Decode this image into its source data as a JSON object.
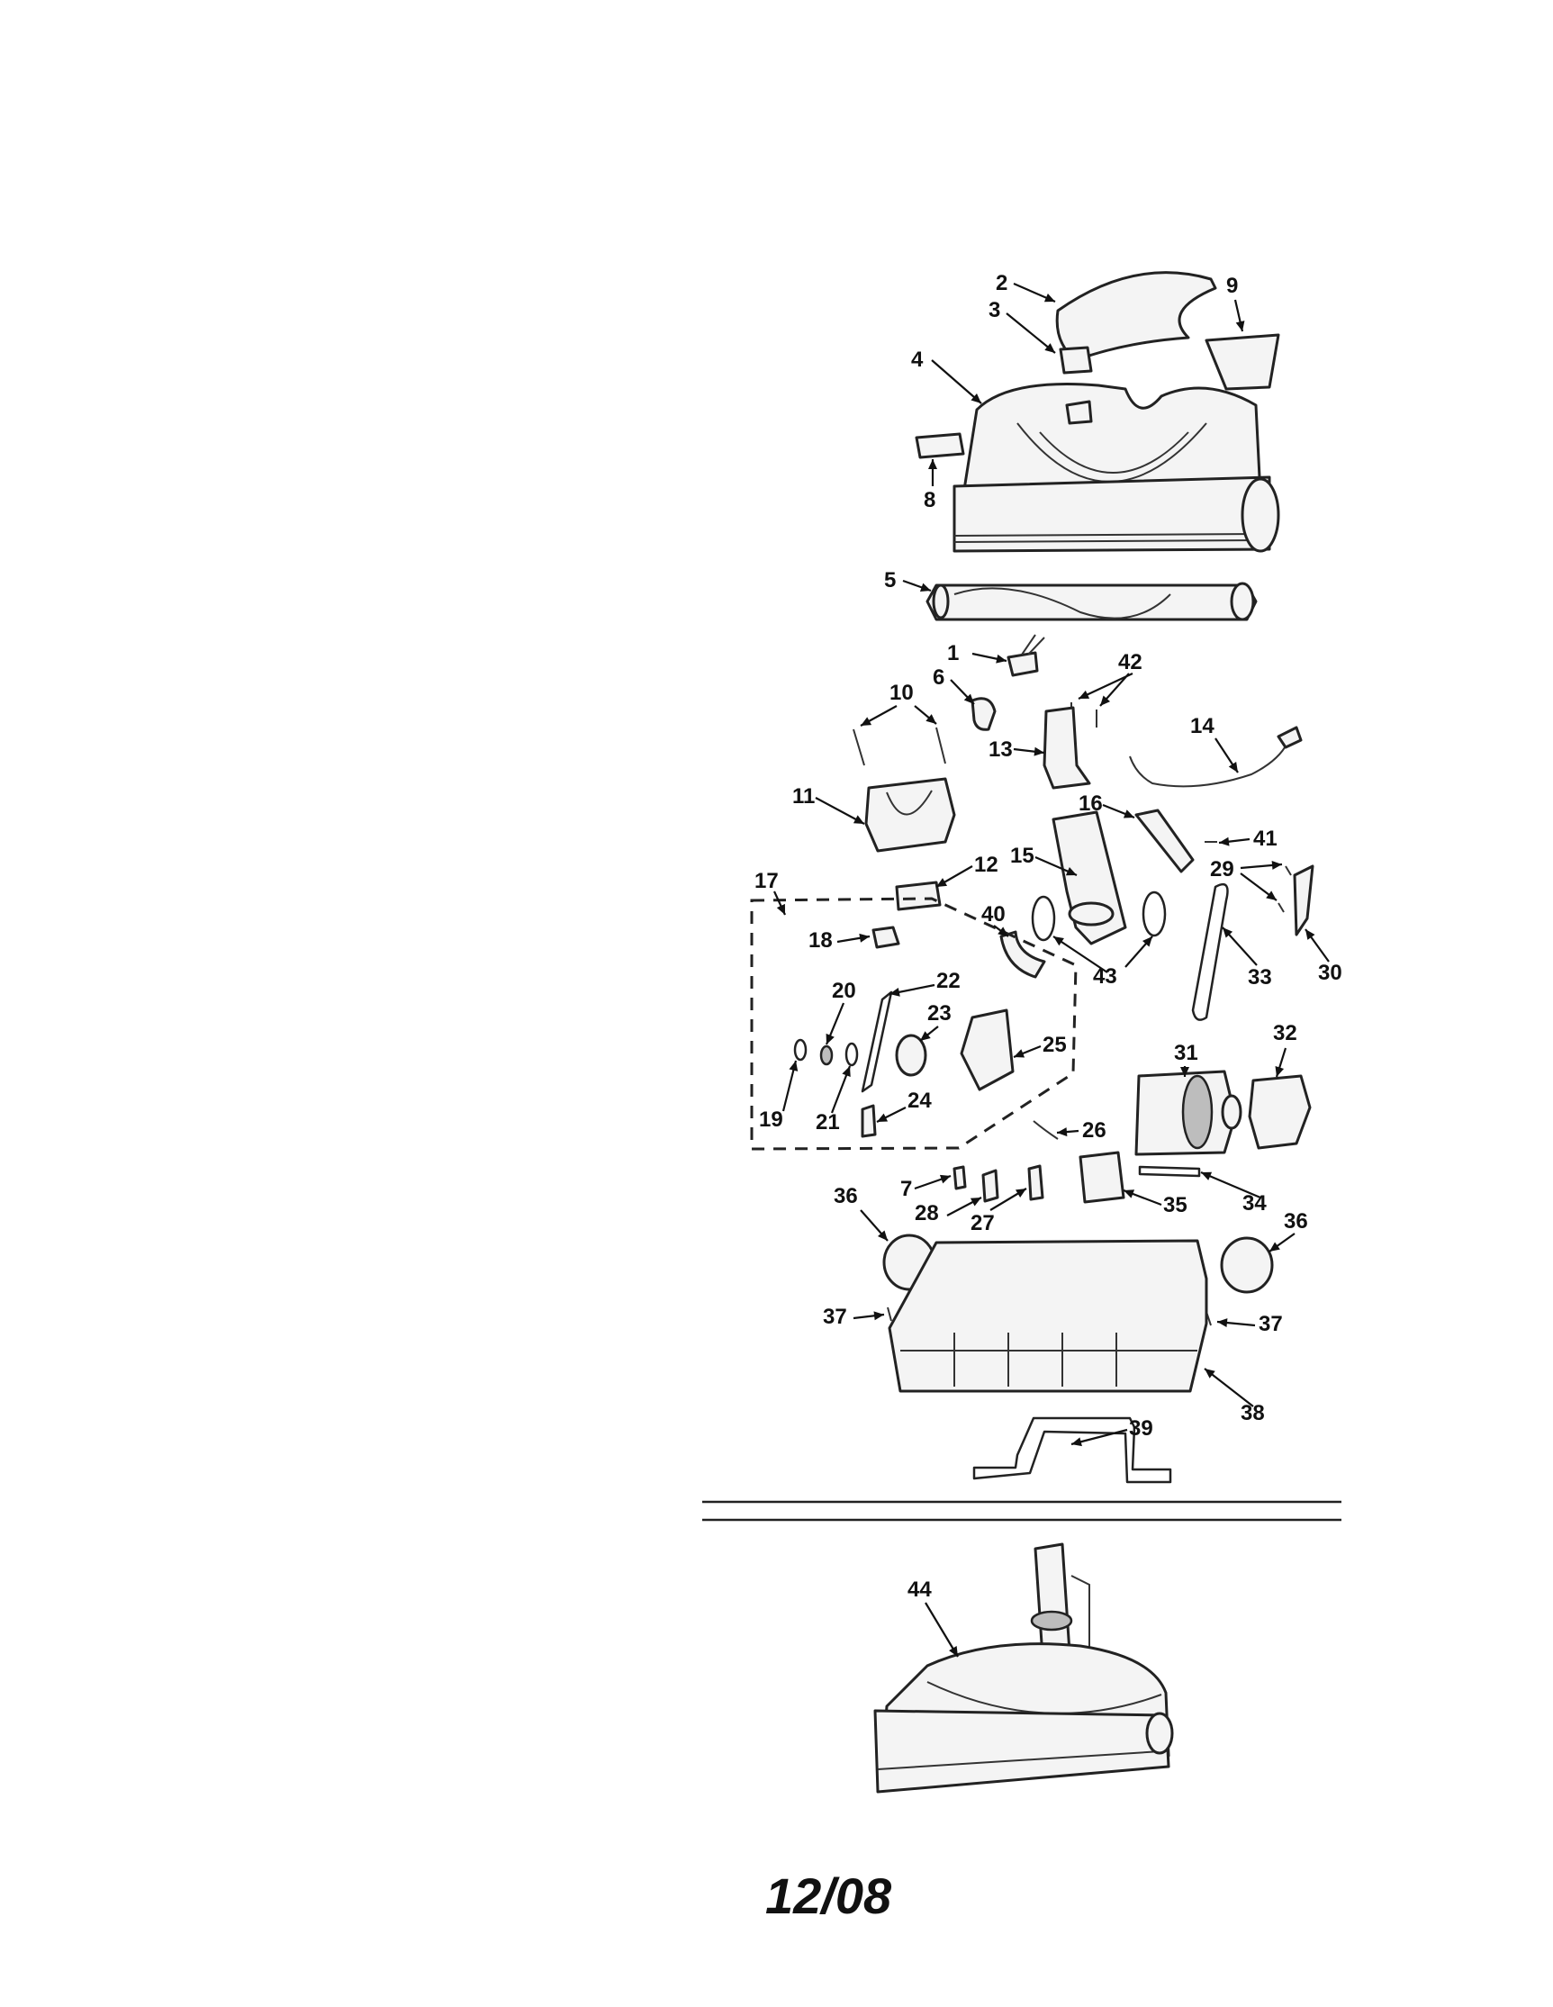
{
  "diagram": {
    "callouts": [
      {
        "id": "1",
        "text": "1"
      },
      {
        "id": "2",
        "text": "2"
      },
      {
        "id": "3",
        "text": "3"
      },
      {
        "id": "4",
        "text": "4"
      },
      {
        "id": "5",
        "text": "5"
      },
      {
        "id": "6",
        "text": "6"
      },
      {
        "id": "7",
        "text": "7"
      },
      {
        "id": "8",
        "text": "8"
      },
      {
        "id": "9",
        "text": "9"
      },
      {
        "id": "10",
        "text": "10"
      },
      {
        "id": "11",
        "text": "11"
      },
      {
        "id": "12",
        "text": "12"
      },
      {
        "id": "13",
        "text": "13"
      },
      {
        "id": "14",
        "text": "14"
      },
      {
        "id": "15",
        "text": "15"
      },
      {
        "id": "16",
        "text": "16"
      },
      {
        "id": "17",
        "text": "17"
      },
      {
        "id": "18",
        "text": "18"
      },
      {
        "id": "19",
        "text": "19"
      },
      {
        "id": "20",
        "text": "20"
      },
      {
        "id": "21",
        "text": "21"
      },
      {
        "id": "22",
        "text": "22"
      },
      {
        "id": "23",
        "text": "23"
      },
      {
        "id": "24",
        "text": "24"
      },
      {
        "id": "25",
        "text": "25"
      },
      {
        "id": "26",
        "text": "26"
      },
      {
        "id": "27",
        "text": "27"
      },
      {
        "id": "28",
        "text": "28"
      },
      {
        "id": "29",
        "text": "29"
      },
      {
        "id": "30",
        "text": "30"
      },
      {
        "id": "31",
        "text": "31"
      },
      {
        "id": "32",
        "text": "32"
      },
      {
        "id": "33",
        "text": "33"
      },
      {
        "id": "34",
        "text": "34"
      },
      {
        "id": "35",
        "text": "35"
      },
      {
        "id": "36a",
        "text": "36"
      },
      {
        "id": "36b",
        "text": "36"
      },
      {
        "id": "37a",
        "text": "37"
      },
      {
        "id": "37b",
        "text": "37"
      },
      {
        "id": "38",
        "text": "38"
      },
      {
        "id": "39",
        "text": "39"
      },
      {
        "id": "40",
        "text": "40"
      },
      {
        "id": "41",
        "text": "41"
      },
      {
        "id": "42",
        "text": "42"
      },
      {
        "id": "43",
        "text": "43"
      },
      {
        "id": "44",
        "text": "44"
      }
    ],
    "date_code": "12/08"
  }
}
